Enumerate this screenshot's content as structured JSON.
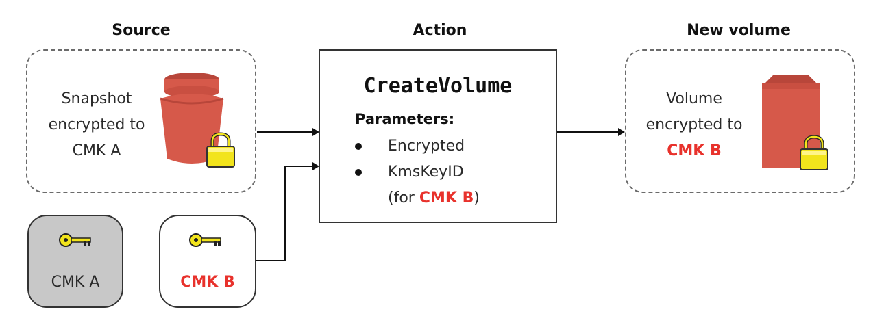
{
  "headings": {
    "source": "Source",
    "action": "Action",
    "new_volume": "New volume"
  },
  "source_box": {
    "line1": "Snapshot",
    "line2": "encrypted to",
    "line3": "CMK A"
  },
  "action_box": {
    "title": "CreateVolume",
    "parameters_label": "Parameters:",
    "param1": "Encrypted",
    "param2": "KmsKeyID",
    "param2_detail_prefix": "(for ",
    "param2_detail_key": "CMK B",
    "param2_detail_suffix": ")"
  },
  "new_volume_box": {
    "line1": "Volume",
    "line2": "encrypted to",
    "line3": "CMK B"
  },
  "keys": {
    "cmk_a_label": "CMK A",
    "cmk_b_label": "CMK B"
  },
  "colors": {
    "bucket": "#d6594a",
    "bucket_dark": "#b8463a",
    "lock": "#f2e41c",
    "key": "#f2e41c",
    "accent_red": "#e8322c",
    "cmk_a_fill": "#c8c8c8"
  },
  "icons": {
    "snapshot": "s3-bucket-icon",
    "volume": "ebs-volume-icon",
    "lock": "padlock-icon",
    "key": "key-icon"
  }
}
